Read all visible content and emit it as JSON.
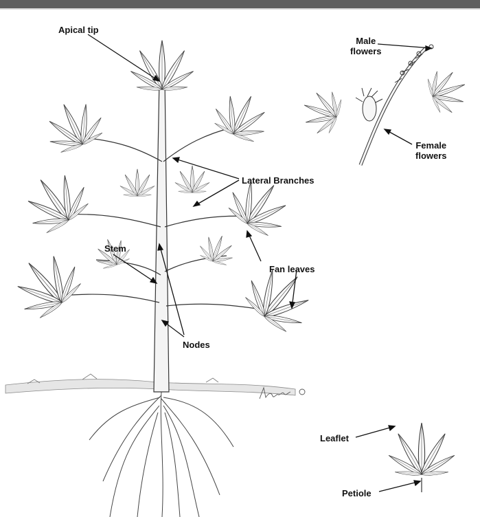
{
  "labels": {
    "apical_tip": "Apical tip",
    "male_flowers": [
      "Male",
      "flowers"
    ],
    "female_flowers": [
      "Female",
      "flowers"
    ],
    "lateral_branches": "Lateral Branches",
    "stem": "Stem",
    "fan_leaves": "Fan leaves",
    "nodes": "Nodes",
    "leaflet": "Leaflet",
    "petiole": "Petiole"
  },
  "signature": "KAlbahan"
}
